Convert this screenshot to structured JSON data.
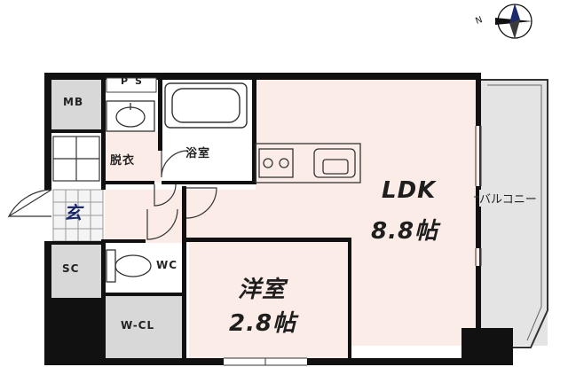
{
  "plan": {
    "compass_label": "N",
    "rooms": {
      "mb": "MB",
      "ps": "PS",
      "bath": "浴室",
      "dressing": "脱衣",
      "entrance": "玄",
      "sc": "SC",
      "wc": "WC",
      "wcl": "W-CL",
      "ldk_name": "LDK",
      "ldk_size": "8.8帖",
      "western_name": "洋室",
      "western_size": "2.8帖",
      "balcony": "バルコニー"
    }
  }
}
